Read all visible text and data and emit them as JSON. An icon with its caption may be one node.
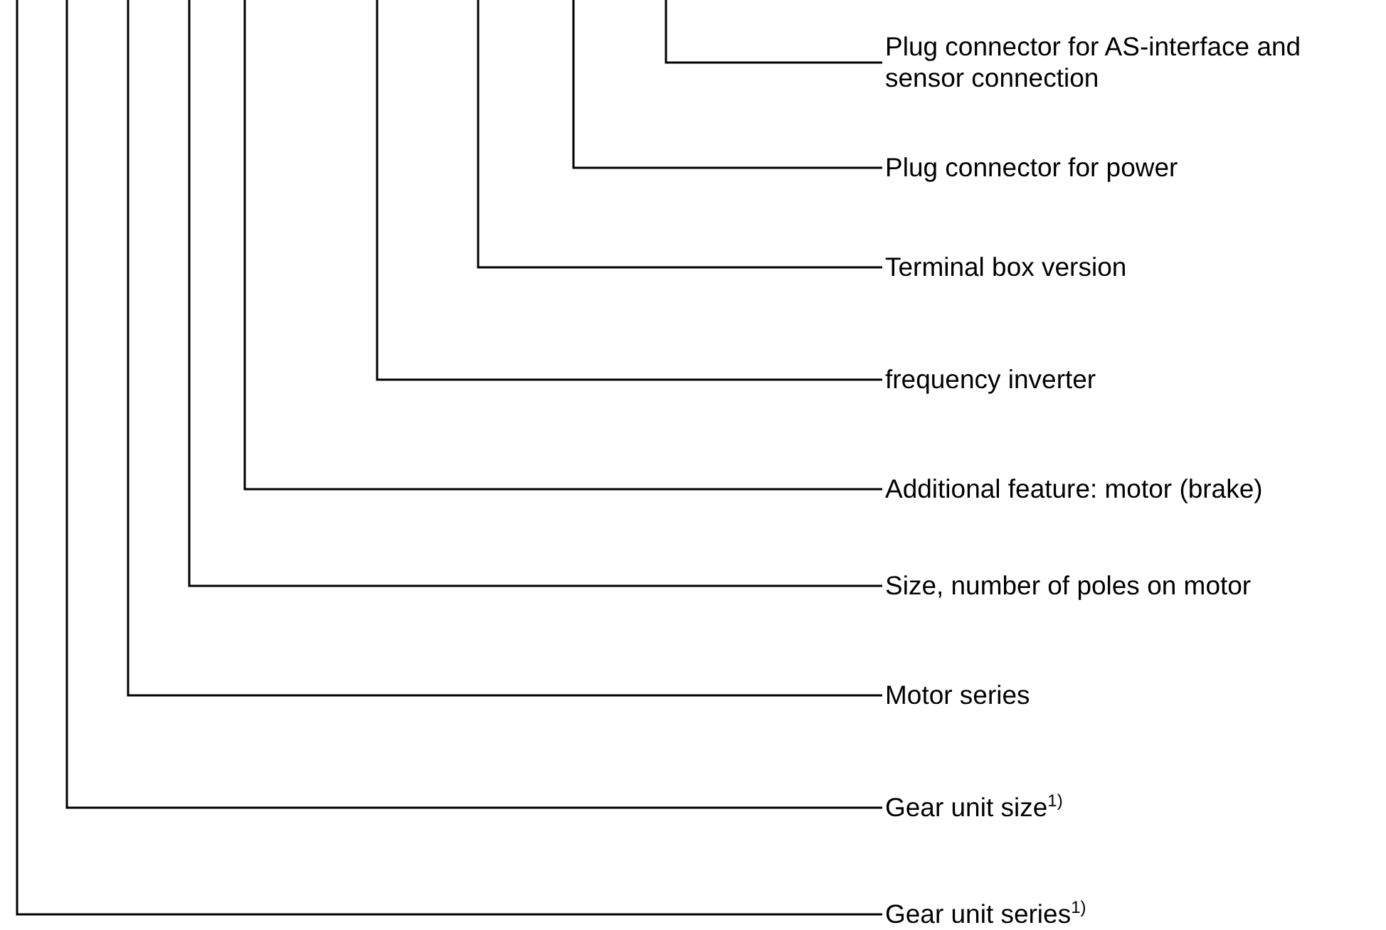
{
  "diagram": {
    "nodes": [
      {
        "text": [
          "Plug connector for AS-interface and sensor connection"
        ]
      },
      {
        "text": [
          "Plug connector for power"
        ]
      },
      {
        "text": [
          "Terminal box version"
        ]
      },
      {
        "text": [
          "frequency inverter"
        ]
      },
      {
        "text": [
          "Additional feature: motor (brake)"
        ]
      },
      {
        "text": [
          "Size, number of poles on motor"
        ]
      },
      {
        "text": [
          "Motor series"
        ]
      },
      {
        "text": [
          "Gear unit size$^{1)}$"
        ]
      },
      {
        "text": [
          "Gear unit series$^{1)}$"
        ]
      }
    ],
    "edges": [
      {
        "from": 0,
        "to": null,
        "arrow": "none"
      },
      {
        "from": 1,
        "to": null,
        "arrow": "none"
      },
      {
        "from": 2,
        "to": null,
        "arrow": "none"
      },
      {
        "from": 3,
        "to": null,
        "arrow": "none"
      },
      {
        "from": 4,
        "to": null,
        "arrow": "none"
      },
      {
        "from": 5,
        "to": null,
        "arrow": "none"
      },
      {
        "from": 6,
        "to": null,
        "arrow": "none"
      },
      {
        "from": 7,
        "to": null,
        "arrow": "none"
      },
      {
        "from": 8,
        "to": null,
        "arrow": "none"
      }
    ]
  }
}
